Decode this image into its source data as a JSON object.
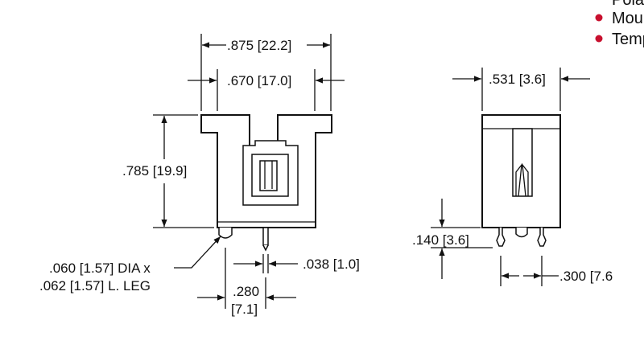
{
  "colors": {
    "line": "#111111",
    "bullet": "#c8102e",
    "background": "#ffffff"
  },
  "bullets": [
    {
      "text": "Pola"
    },
    {
      "text": "Mou"
    },
    {
      "text": "Temp"
    }
  ],
  "front_view": {
    "overall_width": ".875 [22.2]",
    "inner_width": ".670 [17.0]",
    "height": ".785 [19.9]",
    "pin_spec_line1": ".060 [1.57] DIA x",
    "pin_spec_line2": ".062 [1.57] L. LEG",
    "pin_width": ".038 [1.0]",
    "pin_offset_line1": ".280",
    "pin_offset_line2": "[7.1]"
  },
  "side_view": {
    "width": ".531 [3.6]",
    "leg_length": ".140 [3.6]",
    "pin_spacing": ".300 [7.6"
  }
}
